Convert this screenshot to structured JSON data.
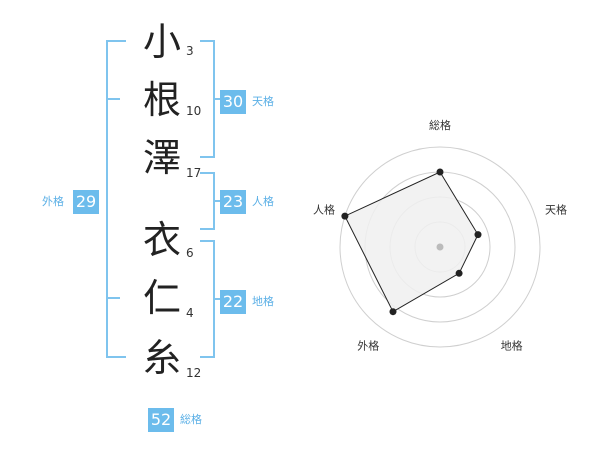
{
  "name": {
    "chars": [
      {
        "char": "小",
        "strokes": "3"
      },
      {
        "char": "根",
        "strokes": "10"
      },
      {
        "char": "澤",
        "strokes": "17"
      },
      {
        "char": "衣",
        "strokes": "6"
      },
      {
        "char": "仁",
        "strokes": "4"
      },
      {
        "char": "糸",
        "strokes": "12"
      }
    ]
  },
  "fortunes": {
    "tenkaku": {
      "label": "天格",
      "value": "30"
    },
    "jinkaku": {
      "label": "人格",
      "value": "23"
    },
    "chikaku": {
      "label": "地格",
      "value": "22"
    },
    "gaikaku": {
      "label": "外格",
      "value": "29"
    },
    "soukaku": {
      "label": "総格",
      "value": "52"
    }
  },
  "chart_data": {
    "type": "radar",
    "axes": [
      "総格",
      "天格",
      "地格",
      "外格",
      "人格"
    ],
    "levels": 4,
    "max": 4,
    "values": [
      3.0,
      1.6,
      1.3,
      3.2,
      4.0
    ],
    "colors": {
      "fill": "#f0f0f0",
      "stroke": "#222222",
      "grid": "#cfcfcf",
      "center": "#bbbbbb"
    }
  },
  "colors": {
    "accent": "#6cbcec",
    "bracket": "#7fc4ee"
  }
}
